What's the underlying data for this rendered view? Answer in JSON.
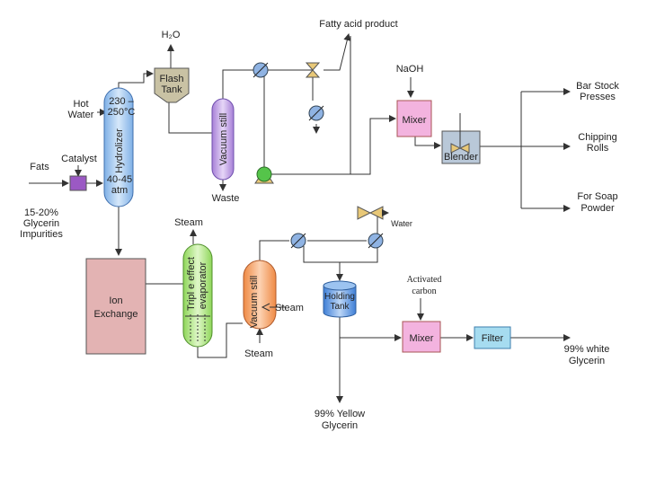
{
  "labels": {
    "h2o": "H₂O",
    "fatty_acid": "Fatty acid product",
    "naoh": "NaOH",
    "flash_tank_1": "Flash",
    "flash_tank_2": "Tank",
    "hot_water_1": "Hot",
    "hot_water_2": "Water",
    "temp_1": "230 –",
    "temp_2": "250°C",
    "pressure_1": "40-45",
    "pressure_2": "atm",
    "hydrolizer": "Hydrolizer",
    "catalyst": "Catalyst",
    "fats": "Fats",
    "glycerin_imp_1": "15-20%",
    "glycerin_imp_2": "Glycerin",
    "glycerin_imp_3": "Impurities",
    "vacuum_still_1": "Vacuum still",
    "waste": "Waste",
    "mixer_1": "Mixer",
    "blender": "Blender",
    "bar_stock_1": "Bar Stock",
    "bar_stock_2": "Presses",
    "chipping_1": "Chipping",
    "chipping_2": "Rolls",
    "soap_powder_1": "For Soap",
    "soap_powder_2": "Powder",
    "steam_top": "Steam",
    "ion_exchange_1": "Ion",
    "ion_exchange_2": "Exchange",
    "triple_effect_1": "Tripl e effect",
    "triple_effect_2": "evaporator",
    "vacuum_still_2": "Vacuum still",
    "steam_right": "Steam",
    "steam_bottom": "Steam",
    "water": "Water",
    "holding_tank_1": "Holding",
    "holding_tank_2": "Tank",
    "activated_carbon_1": "Activated",
    "activated_carbon_2": "carbon",
    "mixer_2": "Mixer",
    "filter": "Filter",
    "white_glycerin_1": "99% white",
    "white_glycerin_2": "Glycerin",
    "yellow_glycerin_1": "99% Yellow",
    "yellow_glycerin_2": "Glycerin"
  },
  "colors": {
    "flash_tank": "#c9c2a4",
    "hydrolizer": "#a9cbef",
    "catalyst": "#9b59c4",
    "vacuum_still_1": "#c6a6e6",
    "mixer": "#f3b3df",
    "blender": "#b9c8d8",
    "pump": "#55c44a",
    "ion_exchange": "#e3b3b3",
    "evaporator": "#b6e58c",
    "vacuum_still_2": "#f4a46a",
    "holding_tank": "#6a9fe3",
    "filter": "#a6dcf0",
    "heat_exchanger": "#8fb3e3",
    "valve": "#e8c878"
  },
  "icons": {
    "heat_exchanger": "heat-exchanger-icon",
    "valve": "valve-icon",
    "pump": "pump-icon"
  }
}
